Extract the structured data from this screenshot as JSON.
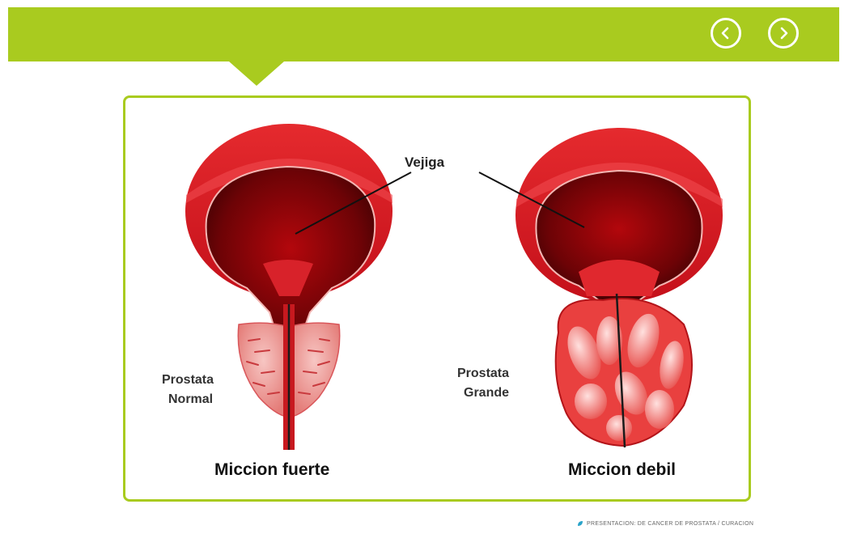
{
  "nav": {
    "prev_icon": "chevron-left-icon",
    "next_icon": "chevron-right-icon"
  },
  "illustration": {
    "bladder_label": "Vejiga",
    "normal_prostate_line1": "Prostata",
    "normal_prostate_line2": "Normal",
    "enlarged_prostate_line1": "Prostata",
    "enlarged_prostate_line2": "Grande",
    "normal_caption": "Miccion fuerte",
    "enlarged_caption": "Miccion debil"
  },
  "footer": {
    "text": "PRESENTACION: DE CANCER DE PROSTATA / CURACION",
    "icon": "leaf-icon"
  },
  "colors": {
    "accent": "#a9cb1f",
    "organ_red": "#d9161c",
    "organ_dark": "#5a0507"
  }
}
